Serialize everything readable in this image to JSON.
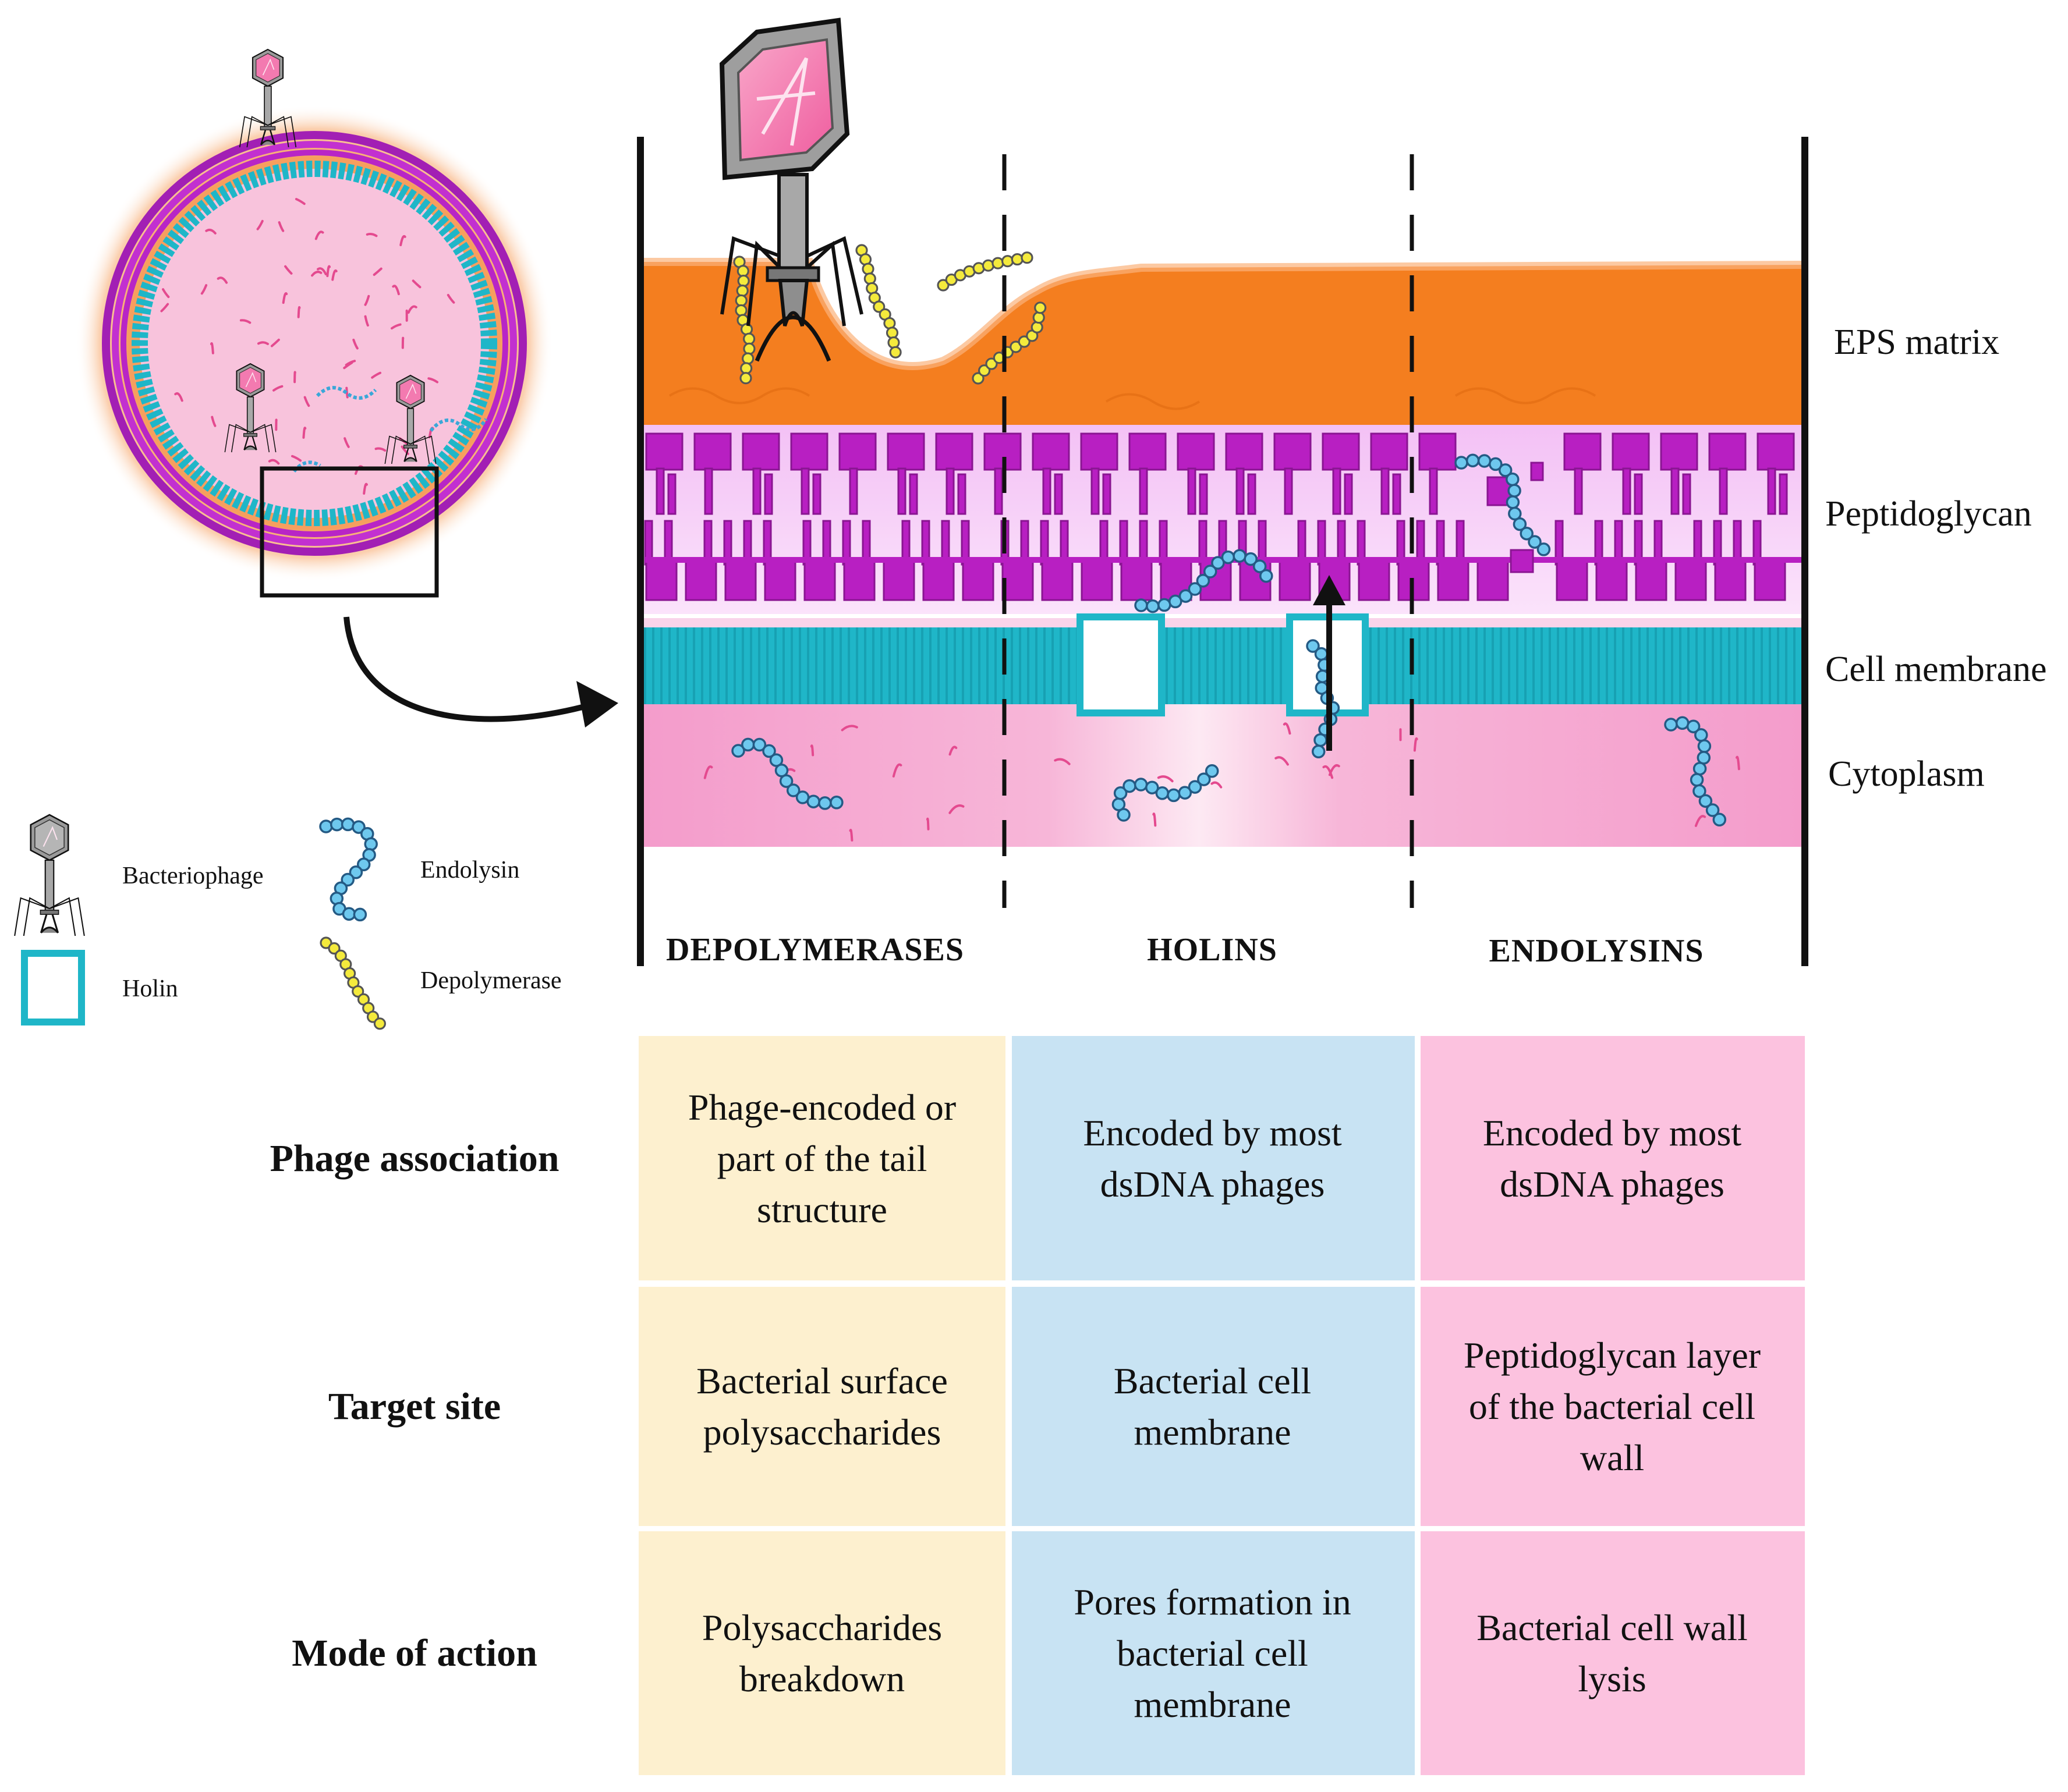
{
  "colors": {
    "eps": "#f47e1f",
    "peptidoglycan": "#b81fc2",
    "peptidoglycan_bg": "#f6c9f6",
    "membrane": "#1fb6c8",
    "cytoplasm": "#f49ccb",
    "endolysin": "#6ec8ee",
    "depolymerase": "#f4ea3c",
    "phage_head": "#f37ab0",
    "phage_body": "#a8a8a8",
    "col_depolymerases": "#fdf0cf",
    "col_holins": "#c8e3f3",
    "col_endolysins": "#fcc2df"
  },
  "layers": {
    "eps": "EPS matrix",
    "peptidoglycan": "Peptidoglycan",
    "membrane": "Cell membrane",
    "cytoplasm": "Cytoplasm"
  },
  "legend": {
    "bacteriophage": "Bacteriophage",
    "holin": "Holin",
    "endolysin": "Endolysin",
    "depolymerase": "Depolymerase"
  },
  "columns": [
    "DEPOLYMERASES",
    "HOLINS",
    "ENDOLYSINS"
  ],
  "table": {
    "rows": [
      {
        "header": "Phage association",
        "cells": [
          [
            "Phage-encoded or",
            "part of the tail",
            "structure"
          ],
          [
            "Encoded by most",
            "dsDNA phages"
          ],
          [
            "Encoded by most",
            "dsDNA phages"
          ]
        ]
      },
      {
        "header": "Target site",
        "cells": [
          [
            "Bacterial surface",
            "polysaccharides"
          ],
          [
            "Bacterial cell",
            "membrane"
          ],
          [
            "Peptidoglycan layer",
            "of the bacterial cell",
            "wall"
          ]
        ]
      },
      {
        "header": "Mode of action",
        "cells": [
          [
            "Polysaccharides",
            "breakdown"
          ],
          [
            "Pores formation in",
            "bacterial cell",
            "membrane"
          ],
          [
            "Bacterial cell wall",
            "lysis"
          ]
        ]
      }
    ]
  }
}
